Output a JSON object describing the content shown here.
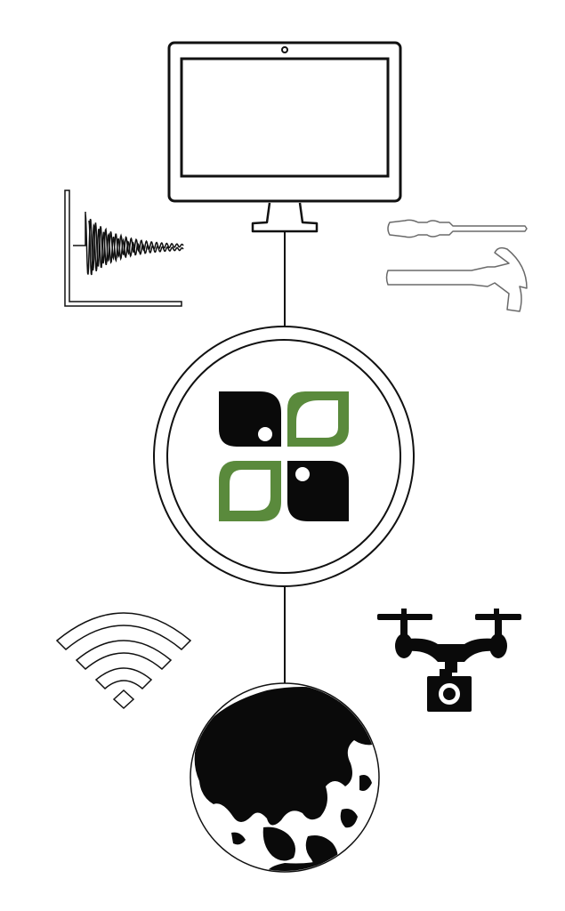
{
  "diagram": {
    "nodes": [
      {
        "id": "computer",
        "icon": "monitor-icon"
      },
      {
        "id": "signal-chart",
        "icon": "damped-oscillation-chart-icon"
      },
      {
        "id": "tools",
        "icon": "screwdriver-hammer-icon"
      },
      {
        "id": "logo",
        "icon": "four-leaf-logo-icon"
      },
      {
        "id": "wifi",
        "icon": "wifi-icon"
      },
      {
        "id": "drone",
        "icon": "drone-camera-icon"
      },
      {
        "id": "earth",
        "icon": "globe-icon"
      }
    ],
    "edges": [
      {
        "from": "computer",
        "to": "logo"
      },
      {
        "from": "logo",
        "to": "earth"
      }
    ]
  },
  "colors": {
    "stroke": "#111111",
    "fill_dark": "#0a0a0a",
    "accent_green": "#5a8a3c",
    "background": "#ffffff",
    "tool_outline": "#6a6a6a"
  }
}
